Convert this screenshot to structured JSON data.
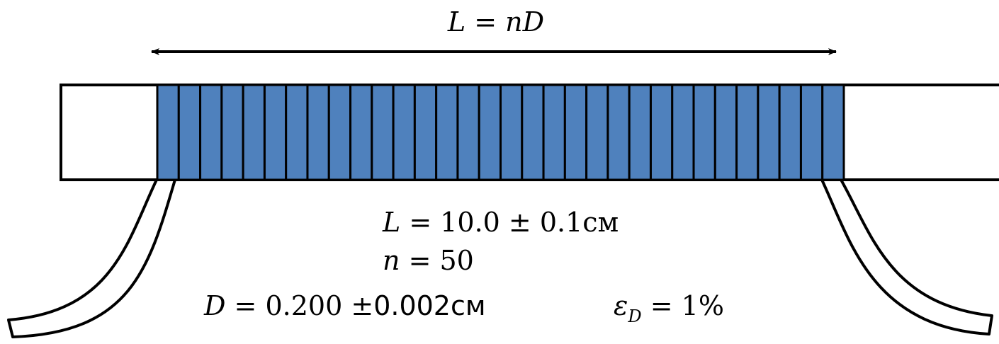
{
  "labels": {
    "length_formula": {
      "lhs": "L",
      "eq": " = ",
      "n": "n",
      "d": "D"
    },
    "length_value": {
      "lhs": "L",
      "eq": " = ",
      "value": "10.0 ± 0.1",
      "unit": "см"
    },
    "turns_value": {
      "lhs": "n",
      "eq": " = ",
      "value": "50"
    },
    "diameter_value": {
      "lhs": "D",
      "eq": " = ",
      "value": "0.200 ±",
      "rest": "0.002см"
    },
    "relative_error": {
      "eps": "ε",
      "sub": "D",
      "eq": " = ",
      "value": "1%"
    }
  },
  "colors": {
    "winding_fill": "#4f81bd",
    "outline": "#000000",
    "background": "#ffffff"
  },
  "winding": {
    "turns_drawn": 32
  }
}
